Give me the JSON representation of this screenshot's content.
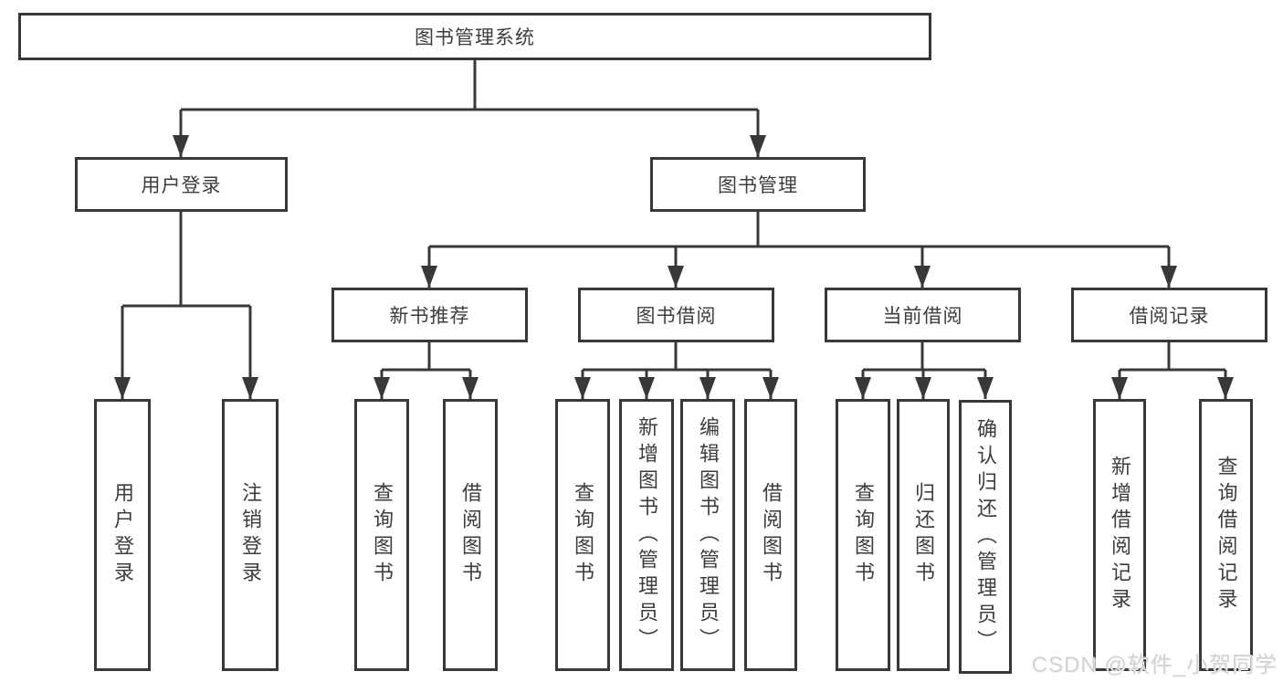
{
  "diagram_title": "图书管理系统",
  "tree": {
    "root": {
      "label": "图书管理系统"
    },
    "level2": [
      {
        "label": "用户登录"
      },
      {
        "label": "图书管理"
      }
    ],
    "level3": [
      {
        "label": "新书推荐",
        "parent": "图书管理"
      },
      {
        "label": "图书借阅",
        "parent": "图书管理"
      },
      {
        "label": "当前借阅",
        "parent": "图书管理"
      },
      {
        "label": "借阅记录",
        "parent": "图书管理"
      }
    ],
    "level4": [
      {
        "label": "用户登录",
        "parent": "用户登录"
      },
      {
        "label": "注销登录",
        "parent": "用户登录"
      },
      {
        "label": "查询图书",
        "parent": "新书推荐"
      },
      {
        "label": "借阅图书",
        "parent": "新书推荐"
      },
      {
        "label": "查询图书",
        "parent": "图书借阅"
      },
      {
        "label": "新增图书（管理员）",
        "parent": "图书借阅"
      },
      {
        "label": "编辑图书（管理员）",
        "parent": "图书借阅"
      },
      {
        "label": "借阅图书",
        "parent": "图书借阅"
      },
      {
        "label": "查询图书",
        "parent": "当前借阅"
      },
      {
        "label": "归还图书",
        "parent": "当前借阅"
      },
      {
        "label": "确认归还（管理员）",
        "parent": "当前借阅"
      },
      {
        "label": "新增借阅记录",
        "parent": "借阅记录"
      },
      {
        "label": "查询借阅记录",
        "parent": "借阅记录"
      }
    ]
  },
  "watermark": "CSDN @软件_小贺同学",
  "colors": {
    "line": "#383838",
    "text": "#3d3d3d",
    "background": "#ffffff",
    "watermark": "#d3d3d3"
  }
}
